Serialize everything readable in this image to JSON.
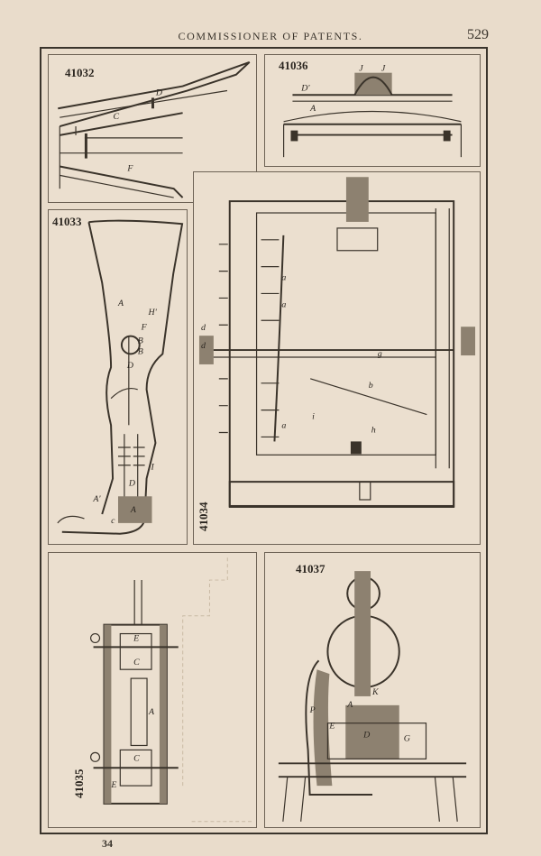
{
  "header": {
    "title": "COMMISSIONER OF PATENTS.",
    "page_number": "529"
  },
  "footer": {
    "signature": "34"
  },
  "figures": {
    "fig1": "41032",
    "fig2": "41036",
    "fig3": "41033",
    "fig4": "41034",
    "fig5": "41035",
    "fig6": "41037"
  },
  "letters": {
    "fig1": [
      "D",
      "C",
      "F"
    ],
    "fig2": [
      "D'",
      "J",
      "J",
      "A"
    ],
    "fig3": [
      "A",
      "H'",
      "F",
      "B",
      "B",
      "D",
      "I",
      "D",
      "A'",
      "A",
      "c"
    ],
    "fig4": [
      "d",
      "a",
      "a",
      "g",
      "b",
      "h",
      "a",
      "i",
      "d"
    ],
    "fig5": [
      "E",
      "C",
      "A",
      "C",
      "E"
    ],
    "fig6": [
      "K",
      "P",
      "A",
      "E",
      "D",
      "G"
    ]
  }
}
